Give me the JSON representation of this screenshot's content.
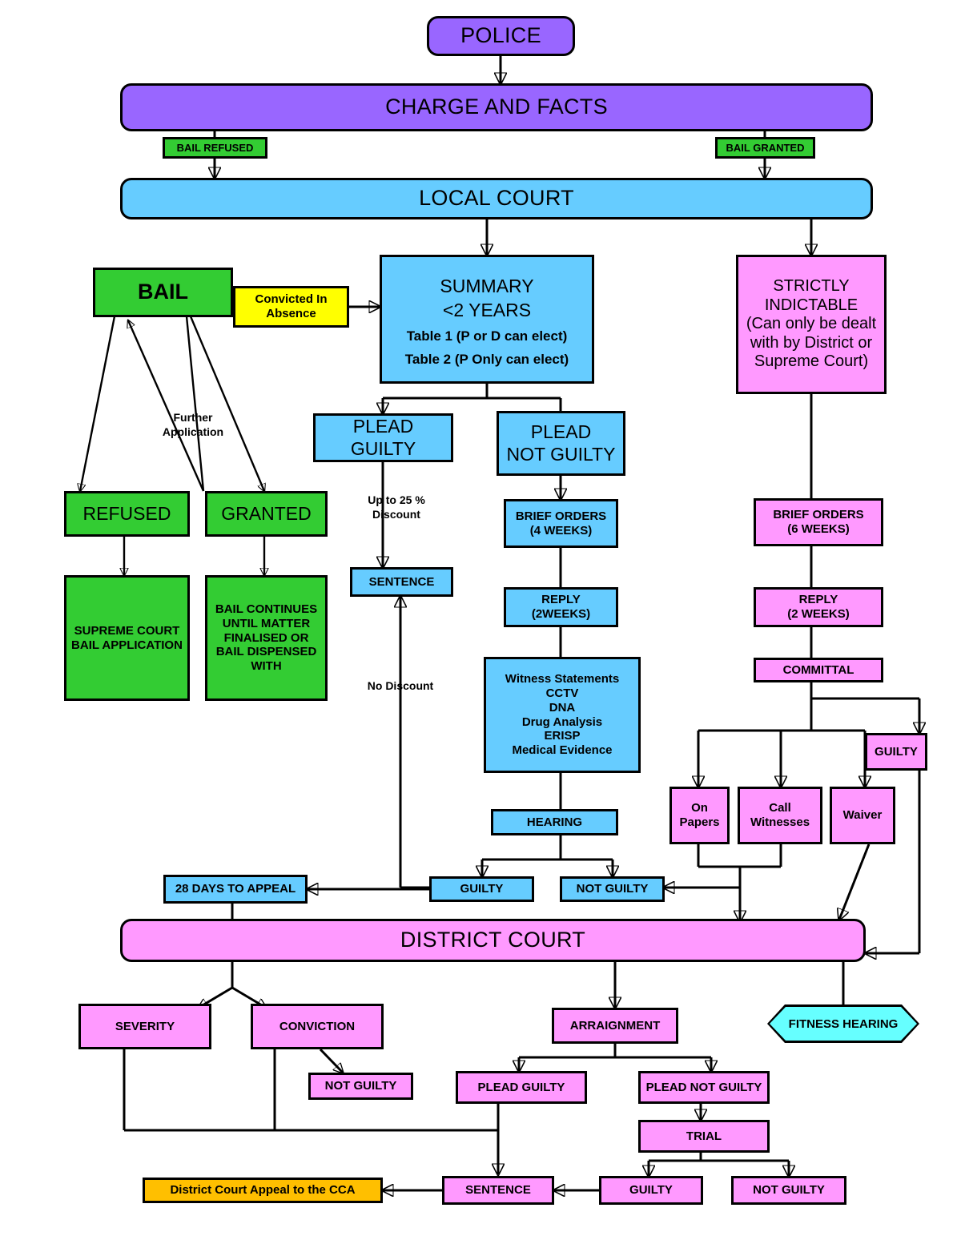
{
  "diagram": {
    "title": "Criminal Court Process Flowchart",
    "colors": {
      "police_purple": "#9966ff",
      "court_blue": "#66ccff",
      "bail_green": "#33cc33",
      "indictable_pink": "#ff99ff",
      "absence_yellow": "#ffff00",
      "appeal_orange": "#ffbf00",
      "fitness_cyan": "#66ffff"
    }
  },
  "nodes": {
    "police": "POLICE",
    "charge_and_facts": "CHARGE AND FACTS",
    "bail_refused_tag": "BAIL REFUSED",
    "bail_granted_tag": "BAIL GRANTED",
    "local_court": "LOCAL COURT",
    "bail": "BAIL",
    "convicted_in_absence": "Convicted In\nAbsence",
    "summary": "SUMMARY\n<2 YEARS\nTable 1 (P or D can elect)\nTable 2 (P Only can elect)",
    "summary_line1": "SUMMARY",
    "summary_line2": "<2 YEARS",
    "summary_line3": "Table 1 (P or D can elect)",
    "summary_line4": "Table 2 (P Only can elect)",
    "strictly_indictable": "STRICTLY\nINDICTABLE\n(Can only be dealt\nwith by District or\nSupreme Court)",
    "refused": "REFUSED",
    "granted": "GRANTED",
    "supreme_court_bail_application": "SUPREME COURT\nBAIL APPLICATION",
    "bail_continues": "BAIL CONTINUES\nUNTIL MATTER\nFINALISED OR\nBAIL DISPENSED\nWITH",
    "plead_guilty_local": "PLEAD GUILTY",
    "plead_not_guilty_local": "PLEAD\nNOT GUILTY",
    "sentence_local": "SENTENCE",
    "brief_orders_4": "BRIEF ORDERS\n(4 WEEKS)",
    "reply_2_local": "REPLY\n(2WEEKS)",
    "evidence_list": "Witness Statements\nCCTV\nDNA\nDrug Analysis\nERISP\nMedical Evidence",
    "hearing": "HEARING",
    "guilty_local": "GUILTY",
    "not_guilty_local": "NOT GUILTY",
    "days_to_appeal": "28 DAYS TO APPEAL",
    "brief_orders_6": "BRIEF ORDERS\n(6 WEEKS)",
    "reply_2_indictable": "REPLY\n(2 WEEKS)",
    "committal": "COMMITTAL",
    "guilty_committal": "GUILTY",
    "on_papers": "On\nPapers",
    "call_witnesses": "Call\nWitnesses",
    "waiver": "Waiver",
    "district_court": "DISTRICT COURT",
    "fitness_hearing": "FITNESS HEARING",
    "severity": "SEVERITY",
    "conviction": "CONVICTION",
    "not_guilty_conviction": "NOT GUILTY",
    "arraignment": "ARRAIGNMENT",
    "plead_guilty_dc": "PLEAD GUILTY",
    "plead_not_guilty_dc": "PLEAD NOT GUILTY",
    "trial": "TRIAL",
    "guilty_trial": "GUILTY",
    "not_guilty_trial": "NOT GUILTY",
    "sentence_dc": "SENTENCE",
    "district_court_appeal": "District Court Appeal to the CCA"
  },
  "edge_labels": {
    "further_application": "Further\nApplication",
    "up_to_25_discount": "Up to 25 %\nDiscount",
    "no_discount": "No Discount"
  }
}
